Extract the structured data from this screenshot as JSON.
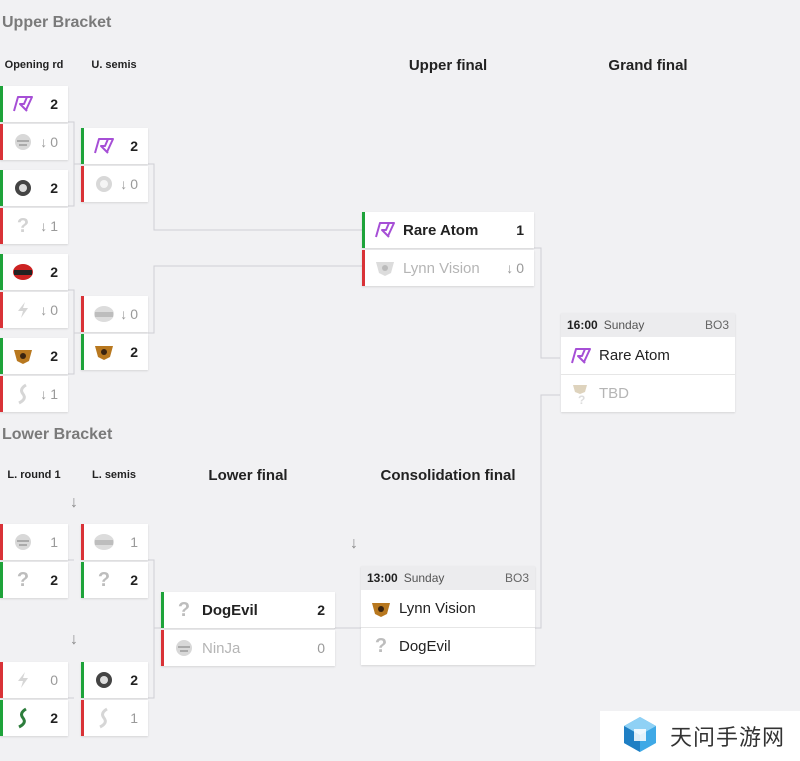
{
  "sections": {
    "upper": "Upper Bracket",
    "lower": "Lower Bracket"
  },
  "round_headers": {
    "opening": "Opening rd",
    "u_semis": "U. semis",
    "upper_final": "Upper final",
    "grand_final": "Grand final",
    "l_round1": "L. round 1",
    "l_semis": "L. semis",
    "lower_final": "Lower final",
    "consolidation_final": "Consolidation final"
  },
  "upper": {
    "opening": [
      {
        "top": {
          "logo": "rare-atom-logo",
          "score": "2"
        },
        "bottom": {
          "logo": "ninja-logo",
          "score": "0"
        }
      },
      {
        "top": {
          "logo": "dogevil-logo",
          "score": "2"
        },
        "bottom": {
          "logo": "unknown-logo",
          "score": "1"
        }
      },
      {
        "top": {
          "logo": "tyloo-logo",
          "score": "2"
        },
        "bottom": {
          "logo": "lightning-logo",
          "score": "0"
        }
      },
      {
        "top": {
          "logo": "lynn-vision-logo",
          "score": "2"
        },
        "bottom": {
          "logo": "lizard-logo",
          "score": "1"
        }
      }
    ],
    "semis": [
      {
        "top": {
          "logo": "rare-atom-logo",
          "score": "2"
        },
        "bottom": {
          "logo": "dogevil-logo",
          "score": "0"
        }
      },
      {
        "top": {
          "logo": "tyloo-logo",
          "score": "0"
        },
        "bottom": {
          "logo": "lynn-vision-logo",
          "score": "2"
        }
      }
    ],
    "final": {
      "top": {
        "logo": "rare-atom-logo",
        "name": "Rare Atom",
        "score": "1"
      },
      "bottom": {
        "logo": "lynn-vision-logo",
        "name": "Lynn Vision",
        "score": "0"
      }
    }
  },
  "grand_final": {
    "time": "16:00",
    "day": "Sunday",
    "format": "BO3",
    "top": {
      "logo": "rare-atom-logo",
      "name": "Rare Atom"
    },
    "bottom": {
      "logo": "lynn-vision-unknown-logo",
      "name": "TBD"
    }
  },
  "lower": {
    "round1": [
      {
        "top": {
          "logo": "ninja-logo",
          "score": "1"
        },
        "bottom": {
          "logo": "unknown-logo",
          "score": "2"
        }
      },
      {
        "top": {
          "logo": "lightning-logo",
          "score": "0"
        },
        "bottom": {
          "logo": "lizard-logo",
          "score": "2"
        }
      }
    ],
    "semis": [
      {
        "top": {
          "logo": "tyloo-logo",
          "score": "1"
        },
        "bottom": {
          "logo": "unknown-logo",
          "score": "2"
        }
      },
      {
        "top": {
          "logo": "dogevil-logo",
          "score": "2"
        },
        "bottom": {
          "logo": "lizard-logo",
          "score": "1"
        }
      }
    ],
    "final": {
      "top": {
        "logo": "unknown-logo",
        "name": "DogEvil",
        "score": "2"
      },
      "bottom": {
        "logo": "ninja-logo",
        "name": "NinJa",
        "score": "0"
      }
    }
  },
  "consolidation_final": {
    "time": "13:00",
    "day": "Sunday",
    "format": "BO3",
    "top": {
      "logo": "lynn-vision-logo",
      "name": "Lynn Vision"
    },
    "bottom": {
      "logo": "unknown-logo",
      "name": "DogEvil"
    }
  },
  "watermark": {
    "text": "天问手游网"
  },
  "colors": {
    "win": "#1ea33a",
    "lose": "#d93237",
    "rare_atom": "#a64fd6",
    "background": "#f1f1f3"
  }
}
